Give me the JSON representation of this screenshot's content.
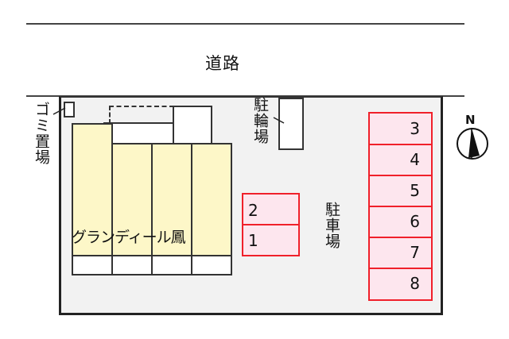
{
  "road": {
    "label": "道路"
  },
  "garbage_area": {
    "label": "ゴミ置場"
  },
  "bicycle_parking": {
    "label": "駐輪場"
  },
  "car_parking": {
    "label": "駐車場"
  },
  "building": {
    "name": "グランディール鳳",
    "units_columns": 4
  },
  "compass": {
    "label": "N"
  },
  "parking_slots": {
    "left_group": [
      "2",
      "1"
    ],
    "right_group": [
      "3",
      "4",
      "5",
      "6",
      "7",
      "8"
    ]
  },
  "colors": {
    "lot_background": "#f2f2f2",
    "building_fill": "#fdf7c8",
    "parking_fill": "#fde6ee",
    "parking_border": "#f0202a",
    "line": "#333333"
  }
}
